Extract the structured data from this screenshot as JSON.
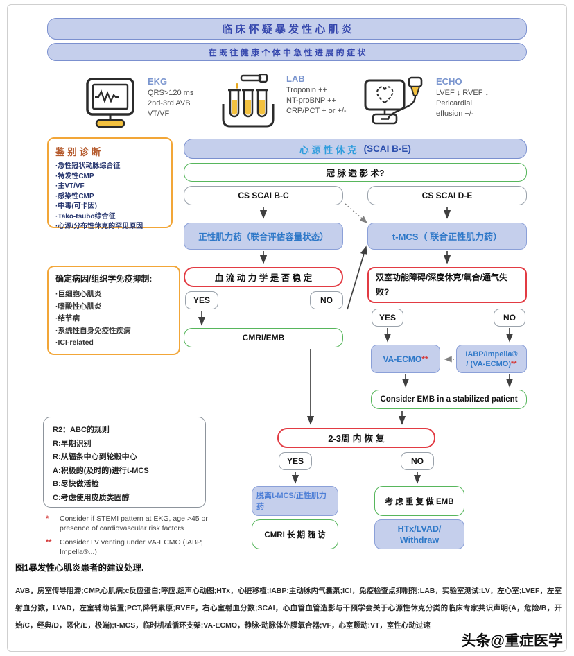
{
  "header": {
    "title1": "临 床 怀 疑 暴 发 性 心 肌 炎",
    "title2": "在 既 往 健 康 个 体 中 急 性 进 展 的 症 状"
  },
  "modalities": [
    {
      "name": "EKG",
      "icon": "ekg-monitor-icon",
      "line1": "QRS>120 ms",
      "line2": "2nd-3rd AVB",
      "line3": "VT/VF"
    },
    {
      "name": "LAB",
      "icon": "test-tubes-icon",
      "line1": "Troponin ++",
      "line2": "NT-proBNP ++",
      "line3": "CRP/PCT + or +/-"
    },
    {
      "name": "ECHO",
      "icon": "ultrasound-icon",
      "line1": "LVEF ↓ RVEF ↓",
      "line2": "Pericardial",
      "line3": "effusion +/-"
    }
  ],
  "differential": {
    "title": "鉴 别 诊 断",
    "items": [
      "·急性冠状动脉综合征",
      "·特发性CMP",
      "·主VT/VF",
      "·感染性CMP",
      "·中毒(可卡因)",
      "·Tako-tsubo综合征",
      "·心源/分布性休克的罕见原因"
    ]
  },
  "etiology": {
    "title": "确定病因/组织学免疫抑制:",
    "items": [
      "·巨细胞心肌炎",
      "·嗜酸性心肌炎",
      "·结节病",
      "·系统性自身免疫性疾病",
      "·ICI-related"
    ]
  },
  "r2_box": {
    "lines": [
      "R2：ABC的规则",
      "R:早期识别",
      "R:从辐条中心到轮毂中心",
      "A:积极的(及时的)进行t-MCS",
      "B:尽快做活检",
      "C:考虑使用皮质类固醇"
    ]
  },
  "footnotes": [
    {
      "marker": "*",
      "text": "Consider if STEMI pattern at EKG, age >45 or presence of cardiovascular risk factors"
    },
    {
      "marker": "**",
      "text": "Consider LV venting under VA-ECMO (IABP, Impella®...)"
    }
  ],
  "flow": {
    "shock_title": "心 源 性 休 克",
    "shock_scai": "(SCAI B-E)",
    "coronary": "冠 脉 造 影 术?",
    "cs_bc": "CS SCAI B-C",
    "cs_de": "CS SCAI D-E",
    "inotropes": "正性肌力药（联合评估容量状态）",
    "tmcs": "t-MCS（ 联合正性肌力药）",
    "hemodynamic": "血 流 动 力 学 是 否 稳 定",
    "biventricular": "双室功能障碍/深度休克/氧合/通气失败?",
    "yes": "YES",
    "no": "NO",
    "cmri_emb": "CMRI/EMB",
    "va_ecmo": "VA-ECMO",
    "va_ecmo_mark": "**",
    "iabp_line1": "IABP/Impella®",
    "iabp_line2": "/ (VA-ECMO)",
    "iabp_mark": "**",
    "consider_emb": "Consider EMB in a stabilized patient",
    "recovery": "2-3周 内 恢 复",
    "wean": "脱离t-MCS/正性肌力药",
    "cmri_followup": "CMRI 长 期 随 访",
    "repeat_emb": "考 虑 重 复 做 EMB",
    "htx_line1": "HTx/LVAD/",
    "htx_line2": "Withdraw"
  },
  "caption": "图1暴发性心肌炎患者的建议处理.",
  "abbreviations": "AVB，房室传导阻滞;CMP,心肌病;c反应蛋白;呼应,超声心动图;HTx，心脏移植;IABP:主动脉内气囊泵;ICI，免疫检查点抑制剂;LAB，实验室测试;LV，左心室;LVEF，左室射血分数，LVAD，左室辅助装置;PCT,降钙素原;RVEF，右心室射血分数;SCAI，心血管血管造影与干预学会关于心源性休克分类的临床专家共识声明{A，危险/B，开始/C，经典/D，恶化/E，极端);t-MCS，临时机械循环支架;VA-ECMO，静脉-动脉体外膜氧合器;VF，心室颤动:VT，室性心动过速",
  "watermark": "头条@重症医学",
  "colors": {
    "blue_fill": "#c5cfec",
    "blue_border": "#7b90cf",
    "blue_text": "#2e78c8",
    "cyan_title": "#2f9ddd",
    "scai_text": "#2d50ae",
    "red_border": "#e23b43",
    "green_border": "#57b65c",
    "orange_border": "#f2a638",
    "label_blue": "#7b96cf",
    "yellow_accent": "#f3c13f"
  }
}
